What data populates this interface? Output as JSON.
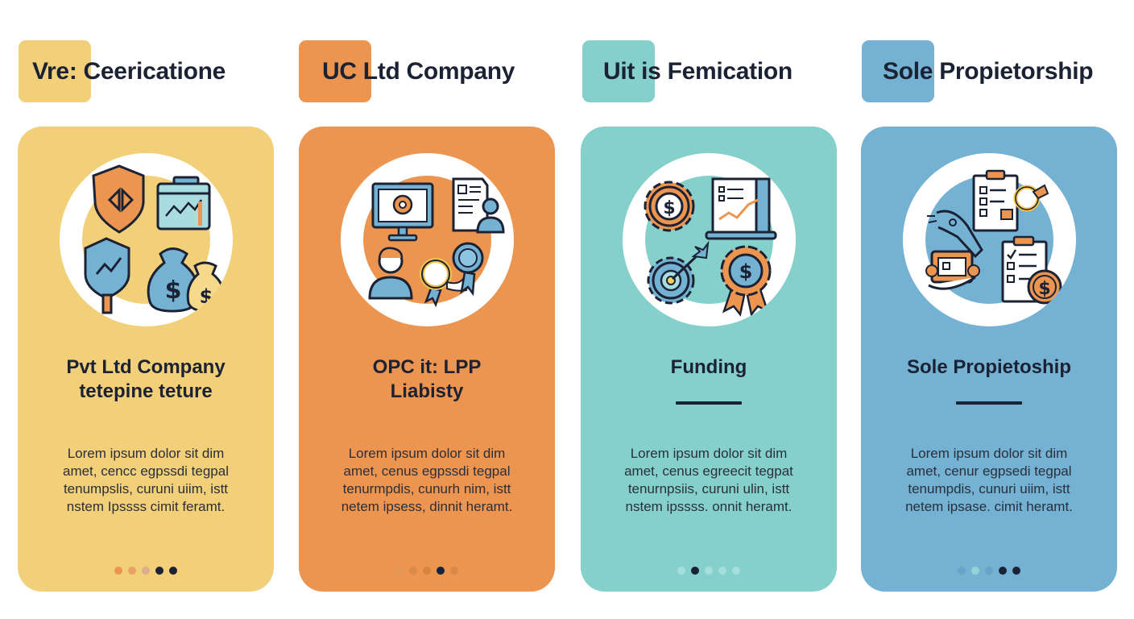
{
  "colors": {
    "yellow": "#f2cf79",
    "orange": "#ec9550",
    "teal": "#86d0cc",
    "blue": "#74b1d3",
    "text_dark": "#1b2233",
    "white": "#ffffff"
  },
  "headers": [
    {
      "label": "Vre: Ceericatione",
      "swatch_color": "#f2cf79"
    },
    {
      "label": "UC Ltd Company",
      "swatch_color": "#ec9550"
    },
    {
      "label": "Uit is Femication",
      "swatch_color": "#86d0cc"
    },
    {
      "label": "Sole Propietorship",
      "swatch_color": "#74b1d3"
    }
  ],
  "cards": [
    {
      "color": "#f2cf79",
      "icons": [
        "shield-icon",
        "chart-window-icon",
        "shield-growth-icon",
        "money-bags-icon"
      ],
      "title_line1": "Pvt Ltd Company",
      "title_line2": "tetepine teture",
      "has_underline": false,
      "body": [
        "Lorem ipsum dolor sit dim",
        "amet, cencc egpssdi tegpal",
        "tenumpslis, curuni uiim, istt",
        "nstem Ipssss cimit feramt."
      ],
      "dots": [
        "#ec9550",
        "#e9a066",
        "#d9b08a",
        "#1b2233",
        "#1b2233"
      ]
    },
    {
      "color": "#ec9550",
      "icons": [
        "monitor-gear-icon",
        "document-user-icon",
        "person-icon",
        "award-ribbons-icon"
      ],
      "title_line1": "OPC it: LPP",
      "title_line2": "Liabisty",
      "has_underline": false,
      "body": [
        "Lorem ipsum dolor sit dim",
        "amet, cenus egpssdi tegpal",
        "tenurmpdis, cunurh nim, istt",
        "netem ipsess, dinnit heramt."
      ],
      "dots": [
        "#e39a58",
        "#d98a48",
        "#d4843f",
        "#13243f",
        "#d98a48"
      ]
    },
    {
      "color": "#86d0cc",
      "icons": [
        "dollar-gear-icon",
        "report-chart-icon",
        "target-gear-icon",
        "dollar-badge-icon"
      ],
      "title_line1": "Funding",
      "title_line2": "",
      "has_underline": true,
      "body": [
        "Lorem ipsum dolor sit dim",
        "amet, cenus egreecit tegpat",
        "tenurnpsiis, curuni ulin, istt",
        "nstem ipssss. onnit heramt."
      ],
      "dots": [
        "#a6dedb",
        "#1b2233",
        "#a6dedb",
        "#a6dedb",
        "#a6dedb"
      ]
    },
    {
      "color": "#74b1d3",
      "icons": [
        "clipboard-check-icon",
        "hand-card-icon",
        "checklist-icon",
        "dollar-coin-icon"
      ],
      "title_line1": "Sole Propietoship",
      "title_line2": "",
      "has_underline": true,
      "body": [
        "Lorem ipsum dolor sit dim",
        "amet, cenur egpsedi tegpal",
        "tenumpdis, cunuri uiim, istt",
        "netem ipsase. cimit heramt."
      ],
      "dots": [
        "#66a5c8",
        "#8fd6d4",
        "#66a5c8",
        "#1b2233",
        "#1b2233"
      ]
    }
  ]
}
